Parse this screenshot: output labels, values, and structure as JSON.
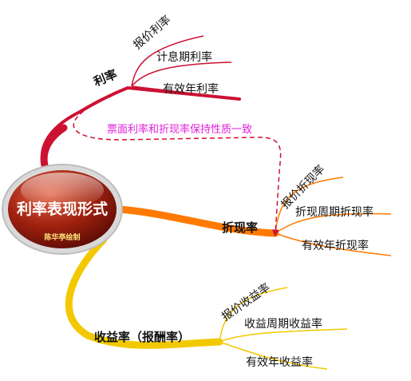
{
  "center": {
    "title": "利率表现形式",
    "author": "陈华亭绘制"
  },
  "branches": [
    {
      "title": "利率",
      "color": "#cc1133",
      "items": [
        "报价利率",
        "计息期利率",
        "有效年利率"
      ]
    },
    {
      "title": "折现率",
      "color": "#ff7a00",
      "items": [
        "报价折现率",
        "折现周期折现率",
        "有效年折现率"
      ]
    },
    {
      "title": "收益率（报酬率）",
      "color": "#f2c900",
      "items": [
        "报价收益率",
        "收益周期收益率",
        "有效年收益率"
      ]
    }
  ],
  "relation_note": "票面利率和折现率保持性质一致",
  "note_color": "#e020d8"
}
